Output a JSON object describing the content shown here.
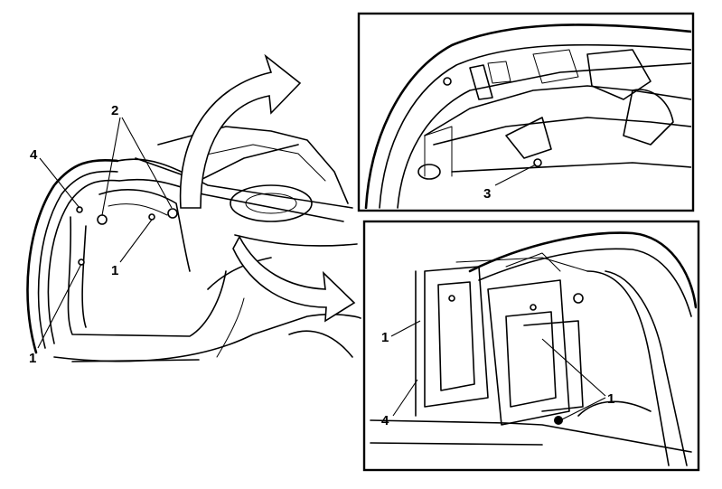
{
  "callouts": {
    "main_2": "2",
    "main_4": "4",
    "main_1_center": "1",
    "main_1_lower": "1",
    "inset_top_3": "3",
    "inset_bottom_1_left": "1",
    "inset_bottom_4": "4",
    "inset_bottom_1_right": "1"
  },
  "colors": {
    "ink": "#000000",
    "paper": "#ffffff"
  }
}
